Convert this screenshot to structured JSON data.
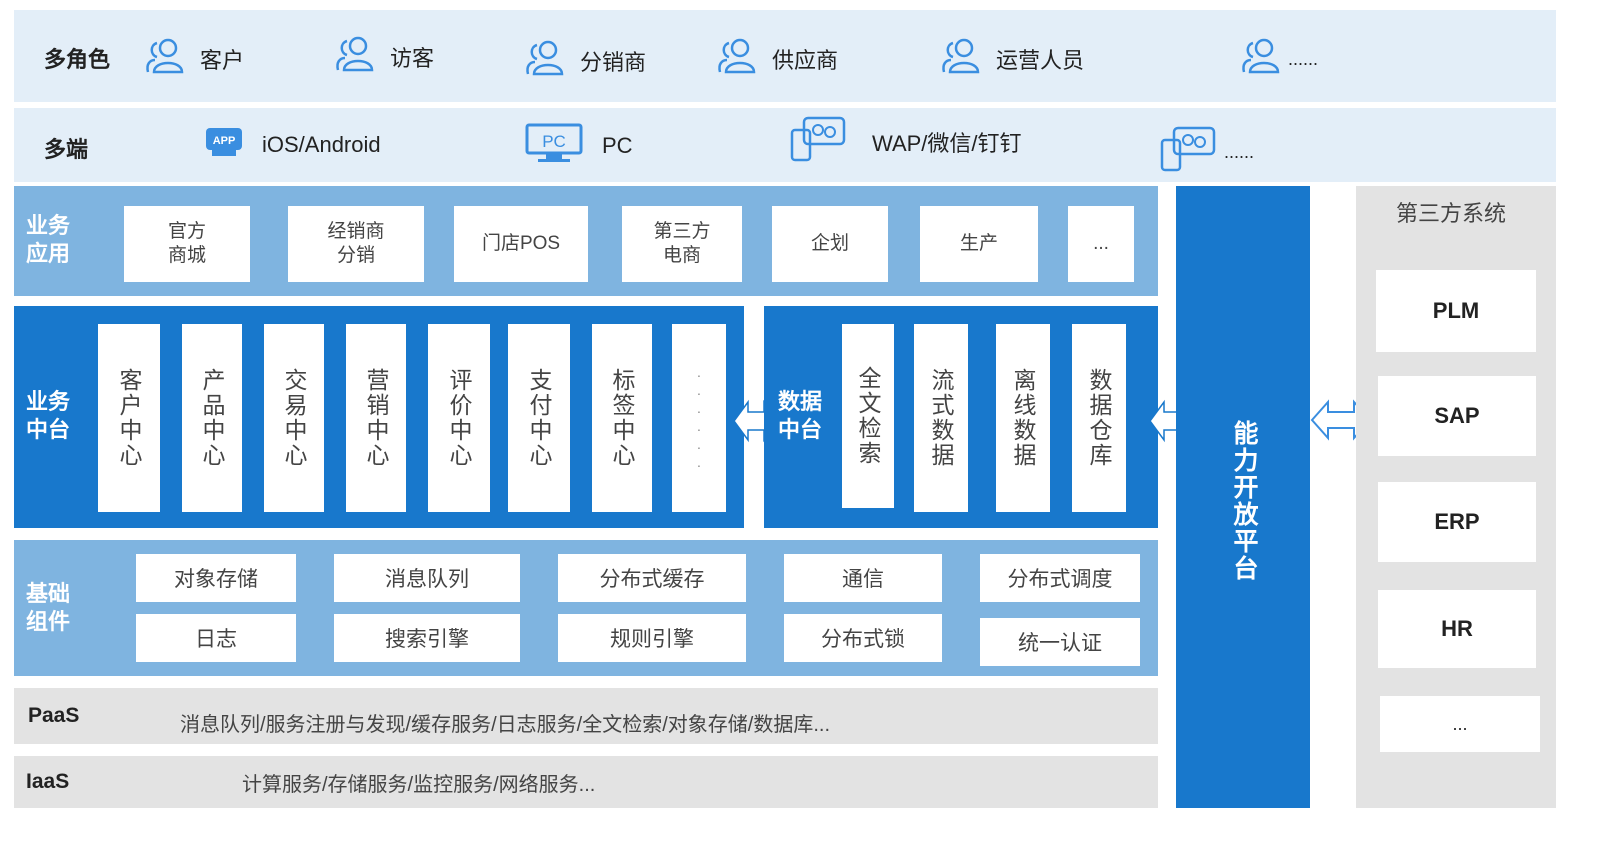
{
  "roles": {
    "title": "多角色",
    "items": [
      {
        "label": "客户"
      },
      {
        "label": "访客"
      },
      {
        "label": "分销商"
      },
      {
        "label": "供应商"
      },
      {
        "label": "运营人员"
      },
      {
        "label": "......"
      }
    ]
  },
  "terminals": {
    "title": "多端",
    "items": [
      {
        "label": "iOS/Android",
        "icon": "app-icon",
        "icon_text": "APP"
      },
      {
        "label": "PC",
        "icon": "pc-icon",
        "icon_text": "PC"
      },
      {
        "label": "WAP/微信/钉钉",
        "icon": "mobile-chat-icon"
      },
      {
        "label": "......",
        "icon": "mobile-chat-icon"
      }
    ]
  },
  "business_apps": {
    "title": "业务\n应用",
    "items": [
      "官方\n商城",
      "经销商\n分销",
      "门店POS",
      "第三方\n电商",
      "企划",
      "生产",
      "..."
    ]
  },
  "business_center": {
    "title": "业务\n中台",
    "items": [
      "客户中心",
      "产品中心",
      "交易中心",
      "营销中心",
      "评价中心",
      "支付中心",
      "标签中心",
      "......"
    ]
  },
  "data_center": {
    "title": "数据\n中台",
    "items": [
      "全文检索",
      "流式数据",
      "离线数据",
      "数据仓库"
    ]
  },
  "base_components": {
    "title": "基础\n组件",
    "row1": [
      "对象存储",
      "消息队列",
      "分布式缓存",
      "通信",
      "分布式调度"
    ],
    "row2": [
      "日志",
      "搜索引擎",
      "规则引擎",
      "分布式锁",
      "统一认证"
    ]
  },
  "paas": {
    "title": "PaaS",
    "text": "消息队列/服务注册与发现/缓存服务/日志服务/全文检索/对象存储/数据库..."
  },
  "iaas": {
    "title": "IaaS",
    "text": "计算服务/存储服务/监控服务/网络服务..."
  },
  "capability_platform": {
    "title": "能力开放平台"
  },
  "third_party": {
    "title": "第三方系统",
    "items": [
      "PLM",
      "SAP",
      "ERP",
      "HR",
      "..."
    ]
  },
  "colors": {
    "dark_blue": "#1878cc",
    "mid_blue": "#7fb4e0",
    "light_blue": "#e3eef8",
    "grey": "#e3e3e3",
    "icon_blue": "#3a8ee0"
  }
}
